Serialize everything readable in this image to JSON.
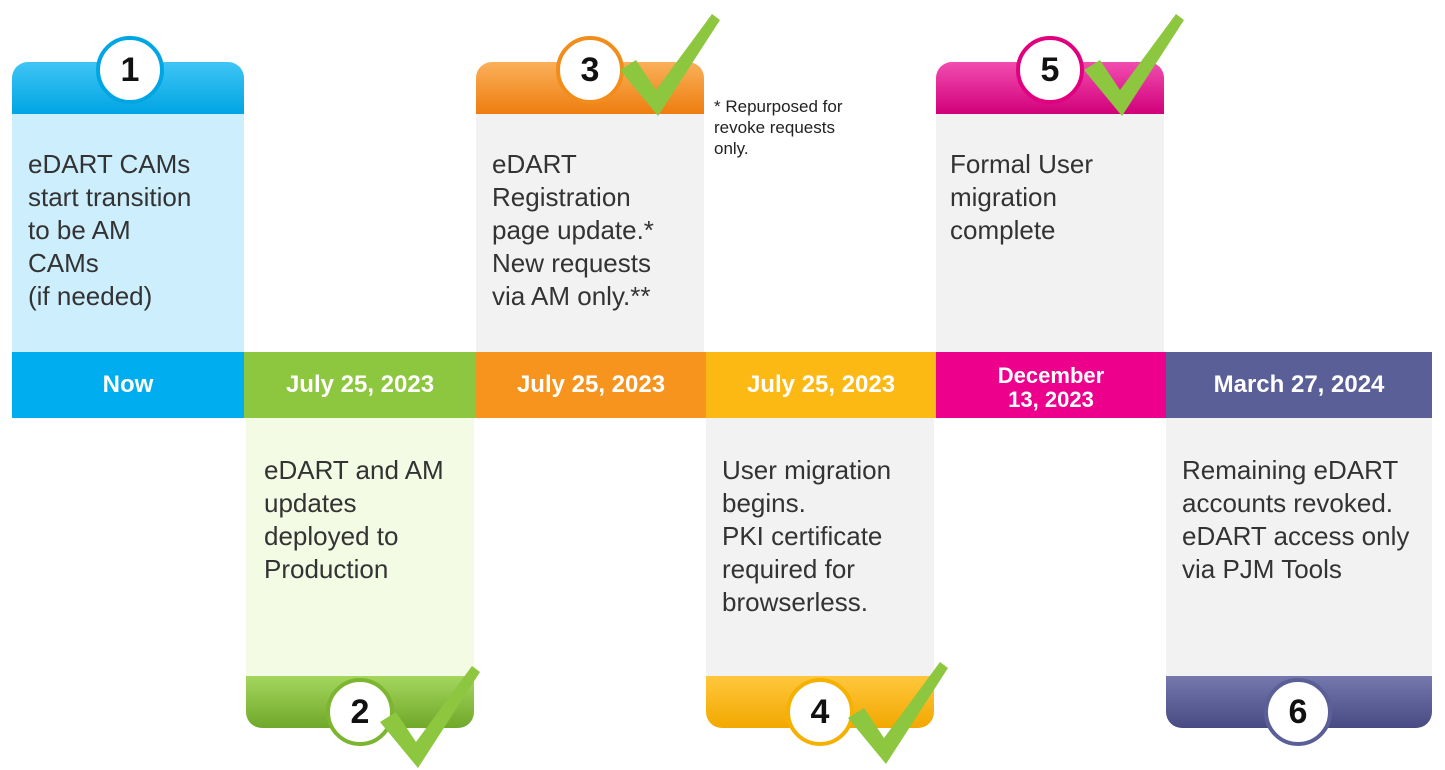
{
  "milestones": [
    {
      "number": "1",
      "date": "Now",
      "description": [
        "eDART CAMs",
        "start transition",
        "to be AM",
        "CAMs",
        "(if needed)"
      ],
      "color": "#00aeef",
      "light": "#ccefff",
      "checked": false
    },
    {
      "number": "2",
      "date": "July 25, 2023",
      "description": [
        "eDART and AM",
        "updates",
        "deployed to",
        "Production"
      ],
      "color": "#8dc63f",
      "light": "#f4fbe4",
      "checked": true
    },
    {
      "number": "3",
      "date": "July 25, 2023",
      "description": [
        "eDART",
        "Registration",
        "page update.*",
        "New requests",
        "via AM only.**"
      ],
      "color": "#f7941d",
      "light": "#f2f2f2",
      "checked": true
    },
    {
      "number": "4",
      "date": "July 25, 2023",
      "description": [
        "User migration",
        "begins.",
        "PKI certificate",
        "required for",
        "browserless."
      ],
      "color": "#fdb913",
      "light": "#f2f2f2",
      "checked": true
    },
    {
      "number": "5",
      "date_lines": [
        "December",
        "13, 2023"
      ],
      "description": [
        "Formal User",
        "migration",
        "complete"
      ],
      "color": "#ec008c",
      "light": "#f2f2f2",
      "checked": true
    },
    {
      "number": "6",
      "date": "March 27, 2024",
      "description": [
        "Remaining eDART",
        "accounts revoked.",
        "eDART access only",
        "via PJM Tools"
      ],
      "color": "#5b5f97",
      "light": "#f2f2f2",
      "checked": false
    }
  ],
  "note": [
    "* Repurposed for",
    "revoke requests",
    "only."
  ],
  "colors": {
    "check": "#8dc63f"
  }
}
